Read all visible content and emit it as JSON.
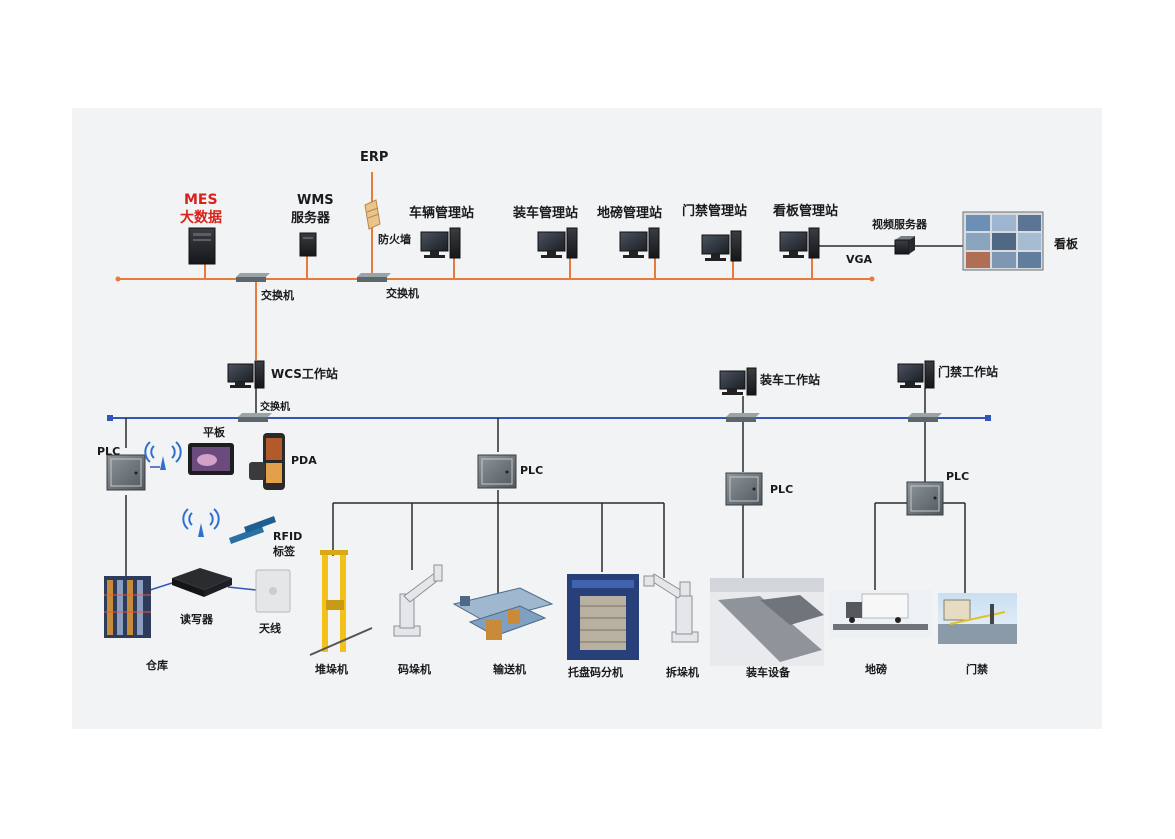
{
  "labels": {
    "mes": "MES",
    "big_data": "大数据",
    "wms_1": "WMS",
    "wms_2": "服务器",
    "erp": "ERP",
    "firewall": "防火墙",
    "vehicle_station": "车辆管理站",
    "loading_station": "装车管理站",
    "weighbridge_station": "地磅管理站",
    "gate_station": "门禁管理站",
    "board_station": "看板管理站",
    "video_server": "视频服务器",
    "vga": "VGA",
    "board": "看板",
    "switch_1": "交换机",
    "switch_2": "交换机",
    "switch_3": "交换机",
    "wcs_station": "WCS工作站",
    "loading_work_station": "装车工作站",
    "gate_work_station": "门禁工作站",
    "tablet": "平板",
    "pda": "PDA",
    "plc_1": "PLC",
    "plc_2": "PLC",
    "plc_3": "PLC",
    "plc_4": "PLC",
    "rfid_1": "RFID",
    "rfid_2": "标签",
    "reader": "读写器",
    "antenna": "天线",
    "warehouse": "仓库",
    "stacker": "堆垛机",
    "palletizer": "码垛机",
    "conveyor": "输送机",
    "pallet_dispenser": "托盘码分机",
    "depalletizer": "拆垛机",
    "loading_equipment": "装车设备",
    "weighbridge": "地磅",
    "gate": "门禁"
  },
  "colors": {
    "upper_bus": "#e87a3c",
    "lower_bus": "#2f56b8",
    "wire": "#2b2b2b",
    "mes_text": "#d8211a"
  }
}
